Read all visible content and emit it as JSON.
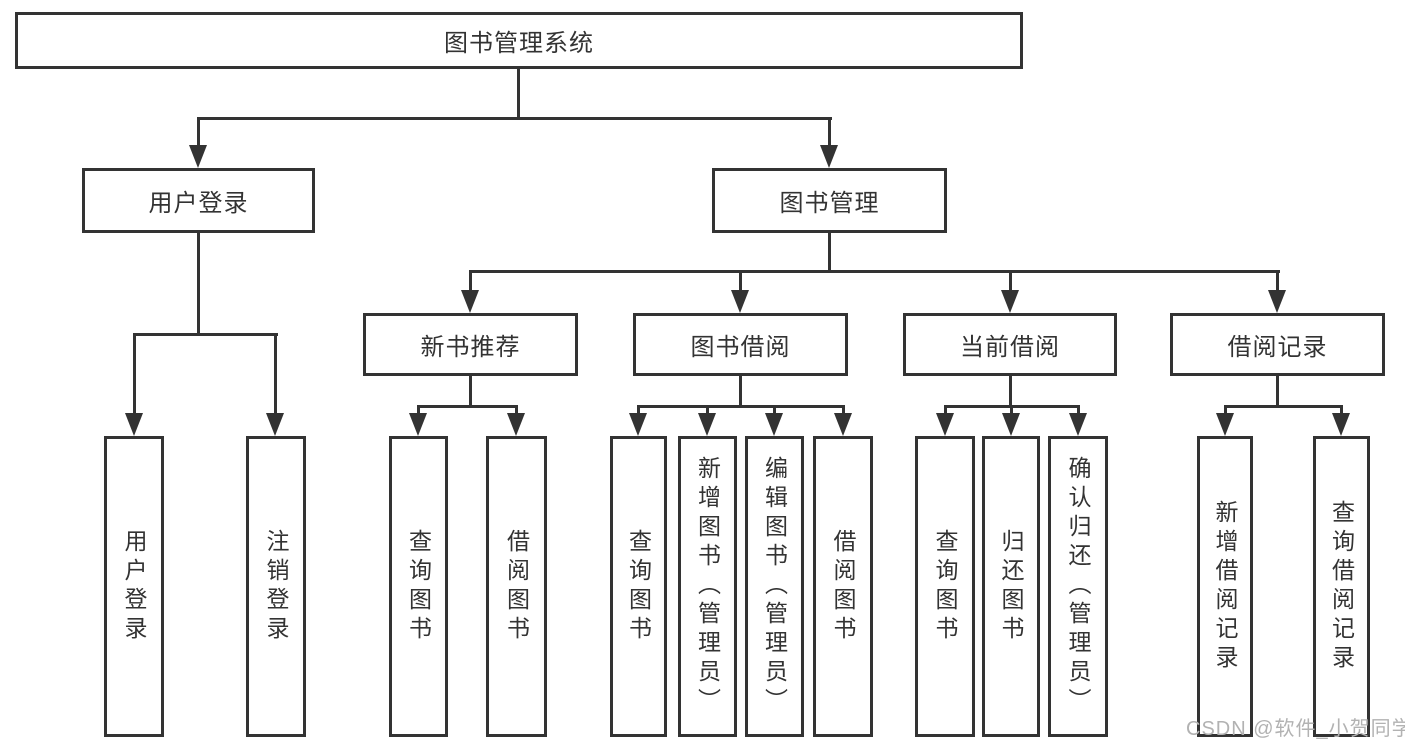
{
  "tree": {
    "label": "图书管理系统",
    "children": [
      {
        "label": "用户登录",
        "children": [
          {
            "label": "用户登录"
          },
          {
            "label": "注销登录"
          }
        ]
      },
      {
        "label": "图书管理",
        "children": [
          {
            "label": "新书推荐",
            "children": [
              {
                "label": "查询图书"
              },
              {
                "label": "借阅图书"
              }
            ]
          },
          {
            "label": "图书借阅",
            "children": [
              {
                "label": "查询图书"
              },
              {
                "label": "新增图书（管理员）"
              },
              {
                "label": "编辑图书（管理员）"
              },
              {
                "label": "借阅图书"
              }
            ]
          },
          {
            "label": "当前借阅",
            "children": [
              {
                "label": "查询图书"
              },
              {
                "label": "归还图书"
              },
              {
                "label": "确认归还（管理员）"
              }
            ]
          },
          {
            "label": "借阅记录",
            "children": [
              {
                "label": "新增借阅记录"
              },
              {
                "label": "查询借阅记录"
              }
            ]
          }
        ]
      }
    ]
  },
  "watermark": {
    "text": "CSDN @软件_小贺同学"
  },
  "colors": {
    "line": "#333333",
    "box_border": "#333333",
    "text": "#333333",
    "background": "#ffffff",
    "watermark": "#b2b2b2"
  }
}
